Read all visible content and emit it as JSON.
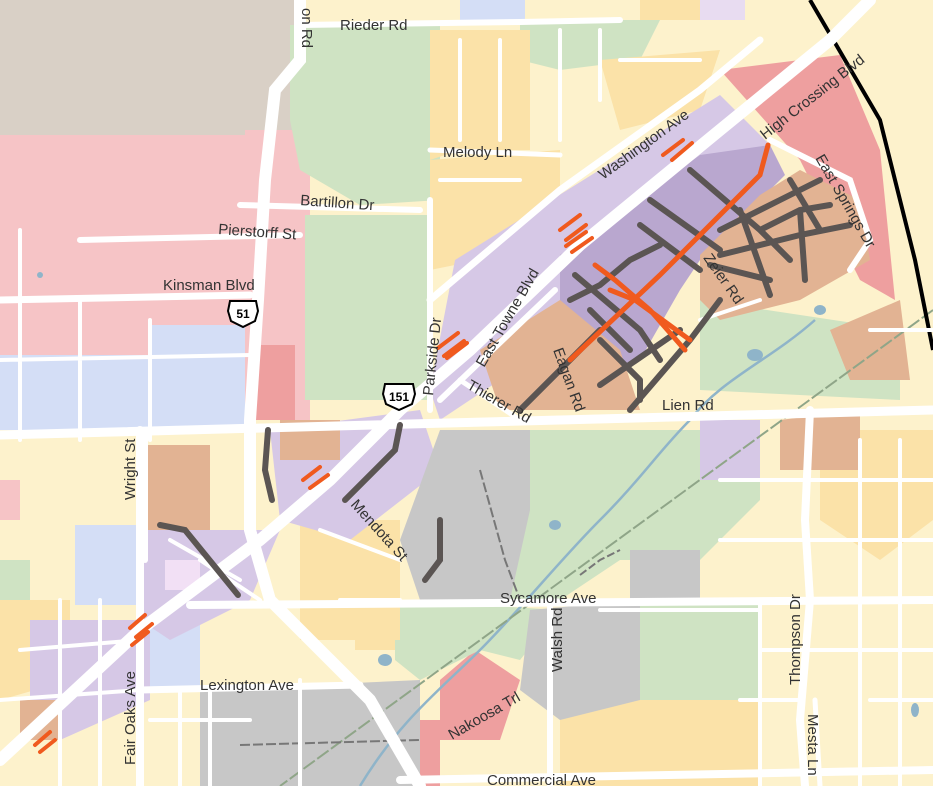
{
  "colors": {
    "commercial": "#f6c4c6",
    "commercial_dark": "#ee9f9f",
    "residential_low": "#fdf2cc",
    "residential_med": "#fbe2a8",
    "employment_purple": "#d6c8e6",
    "mixed_purple_dark": "#b9a7cf",
    "parks": "#cfe3c3",
    "industrial": "#c7c7c7",
    "institutional": "#d4def6",
    "campus_tan": "#e2b393",
    "quarry": "#d9d0c6",
    "road": "#ffffff",
    "planned_street": "#5b5553",
    "planned_arterial": "#f05a1e",
    "railroad": "#8fa588",
    "water": "#8fb4c9",
    "airport_boundary": "#000000"
  },
  "street_labels": {
    "rieder_rd": "Rieder Rd",
    "rd_top": "on Rd",
    "melody_ln": "Melody Ln",
    "washington_ave": "Washington Ave",
    "high_crossing_blvd": "High Crossing Blvd",
    "east_springs_dr": "East Springs Dr",
    "bartillon_dr": "Bartillon Dr",
    "pierstorff_st": "Pierstorff St",
    "kinsman_blvd": "Kinsman Blvd",
    "parkside_dr": "Parkside Dr",
    "east_towne_blvd": "East Towne Blvd",
    "zeier_rd": "Zeier Rd",
    "eagan_rd": "Eagan Rd",
    "thierer_rd": "Thierer Rd",
    "lien_rd": "Lien Rd",
    "wright_st": "Wright St",
    "mendota_st": "Mendota St",
    "sycamore_ave": "Sycamore Ave",
    "walsh_rd": "Walsh Rd",
    "thompson_dr": "Thompson Dr",
    "lexington_ave": "Lexington Ave",
    "fair_oaks_ave": "Fair Oaks Ave",
    "nakoosa_trl": "Nakoosa Trl",
    "commercial_ave": "Commercial Ave",
    "mesta_ln": "Mesta Ln"
  },
  "highway_shields": {
    "us_51": "51",
    "us_151": "151"
  }
}
